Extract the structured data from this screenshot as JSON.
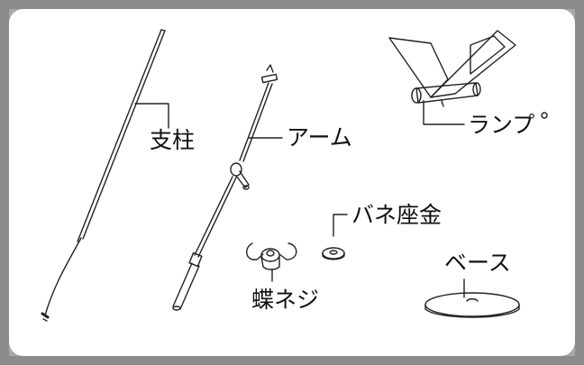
{
  "labels": {
    "pole": "支柱",
    "arm": "アーム",
    "lamp": "ランプ",
    "spring_washer": "バネ座金",
    "base": "ベース",
    "wing_nut": "蝶ネジ"
  }
}
